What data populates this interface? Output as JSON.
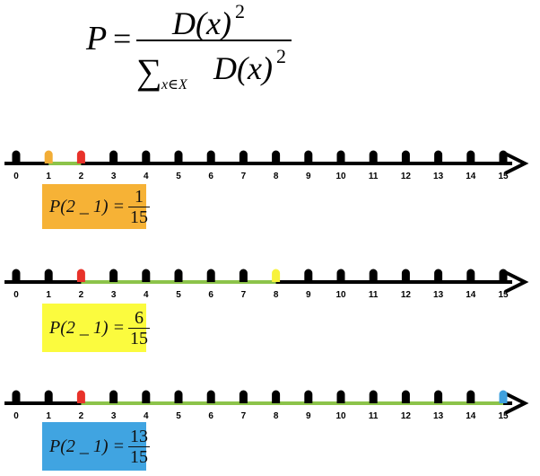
{
  "formula": {
    "lhs": "P",
    "eq": "=",
    "numerator": "D(x)",
    "numerator_exp": "2",
    "sum_symbol": "∑",
    "sum_subscript": "x∈X",
    "denominator": "D(x)",
    "denominator_exp": "2"
  },
  "number_line": {
    "ticks": [
      "0",
      "1",
      "2",
      "3",
      "4",
      "5",
      "6",
      "7",
      "8",
      "9",
      "10",
      "11",
      "12",
      "13",
      "14",
      "15"
    ]
  },
  "colors": {
    "axis": "#000000",
    "marker": "#000000",
    "red": "#e8322a",
    "orange": "#f2ad36",
    "yellow": "#f7f23c",
    "blue": "#3fa0dd",
    "segment": "#8cc34a"
  },
  "rows": [
    {
      "start": 2,
      "end": 1,
      "end_color": "orange",
      "box_color": "#f6b236",
      "label_lhs": "P(2 _ 1) =",
      "numerator": "1",
      "denominator": "15"
    },
    {
      "start": 2,
      "end": 8,
      "end_color": "yellow",
      "box_color": "#fbfb3e",
      "label_lhs": "P(2 _ 1) =",
      "numerator": "6",
      "denominator": "15"
    },
    {
      "start": 2,
      "end": 15,
      "end_color": "blue",
      "box_color": "#40a4e1",
      "label_lhs": "P(2 _ 1) =",
      "numerator": "13",
      "denominator": "15"
    }
  ]
}
